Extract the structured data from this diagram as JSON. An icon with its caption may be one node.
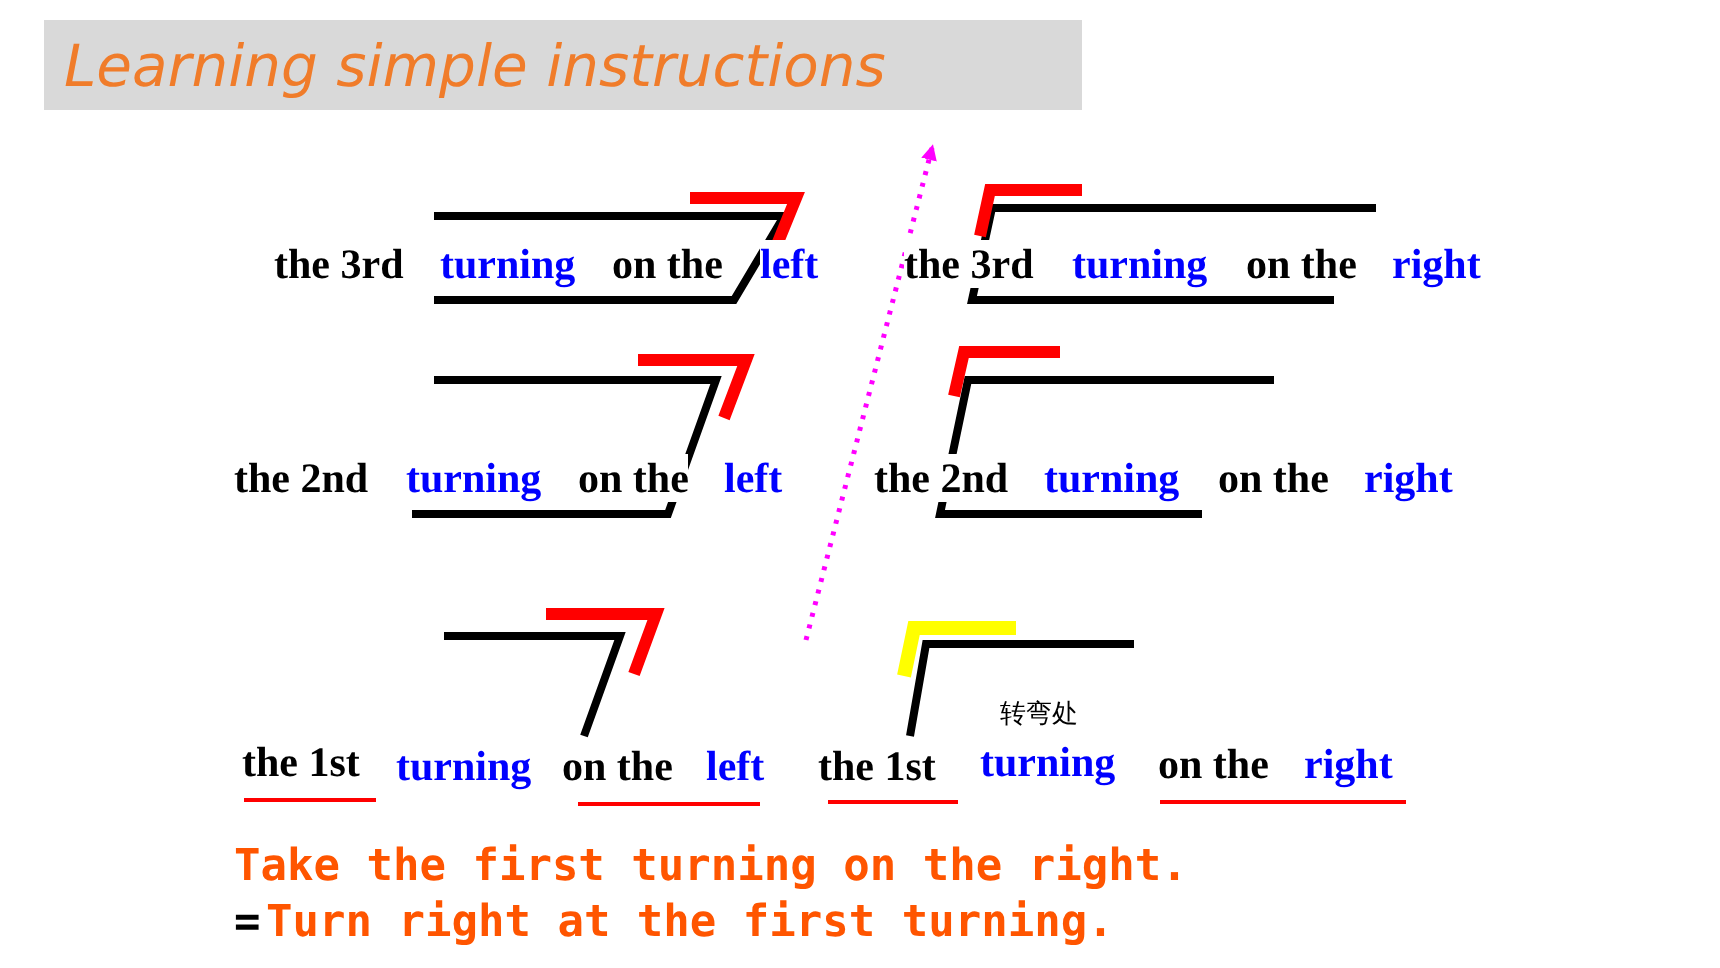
{
  "diagram": {
    "title": "Learning simple instructions",
    "labels": [
      "the 3rd",
      "turning",
      "on the",
      "left",
      "the 3rd",
      "turning",
      "on the",
      "right",
      "the 2nd",
      "turning",
      "on the",
      "left",
      "the 2nd",
      "turning",
      "on the",
      "right",
      "the 1st",
      "turning",
      "on the",
      "left",
      "the 1st",
      "turning",
      "on the",
      "right",
      "转弯处",
      "Take the first turning on the right.",
      "=",
      "Turn right at the first turning."
    ]
  }
}
